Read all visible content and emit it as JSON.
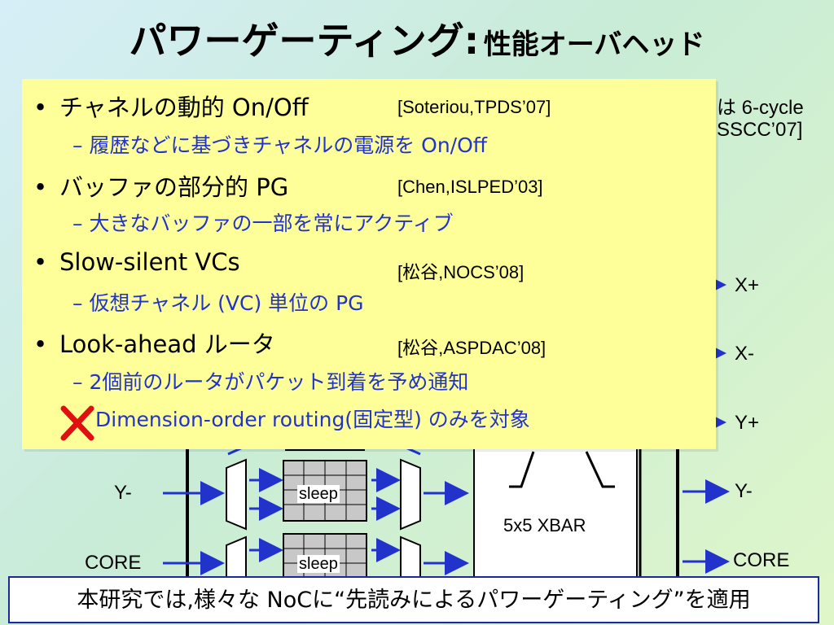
{
  "slide": {
    "title_main": "パワーゲーティング:",
    "title_sub": "性能オーバヘッド"
  },
  "background": {
    "partial_text_1": "は 6-cycle",
    "partial_text_2": "SSCC’07]",
    "port_labels_right": [
      "X+",
      "X-",
      "Y+",
      "Y-",
      "CORE"
    ],
    "port_labels_left": [
      "Y-",
      "CORE"
    ],
    "sleep_labels": [
      "sleep",
      "sleep"
    ],
    "xbar_label": "5x5 XBAR"
  },
  "bullets": [
    {
      "text": "チャネルの動的 On/Off",
      "ref": "[Soteriou,TPDS’07]",
      "sub": "– 履歴などに基づきチャネルの電源を On/Off"
    },
    {
      "text": "バッファの部分的 PG",
      "ref": "[Chen,ISLPED’03]",
      "sub": "– 大きなバッファの一部を常にアクティブ"
    },
    {
      "text": "Slow-silent VCs",
      "ref": "[松谷,NOCS’08]",
      "sub": "– 仮想チャネル (VC) 単位の PG"
    },
    {
      "text": "Look-ahead ルータ",
      "ref": "[松谷,ASPDAC’08]",
      "sub": "– 2個前のルータがパケット到着を予め通知",
      "sub2": "Dimension-order routing(固定型) のみを対象"
    }
  ],
  "bullet_symbol": "•",
  "conclusion": {
    "text": "本研究では,様々な NoCに“先読みによるパワーゲーティング”を適用"
  },
  "colors": {
    "overlay_bg": "#ffff99",
    "sub_text": "#2233cc",
    "arrow": "#2233cc",
    "x_mark": "#e01010",
    "conclusion_border": "#1a2a9c"
  },
  "icons": {
    "cross": "x-mark-icon",
    "arrow": "arrow-right-icon"
  }
}
